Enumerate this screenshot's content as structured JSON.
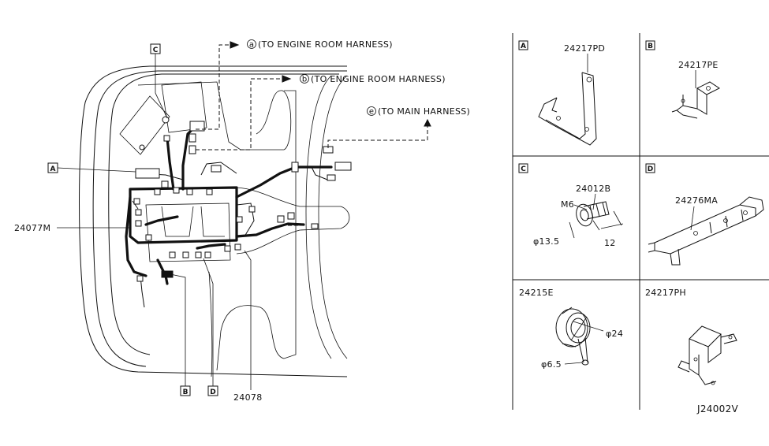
{
  "main_view": {
    "callouts": {
      "a": {
        "marker": "a",
        "text": "(TO ENGINE ROOM HARNESS)"
      },
      "b": {
        "marker": "b",
        "text": "(TO ENGINE ROOM HARNESS)"
      },
      "e": {
        "marker": "e",
        "text": "(TO MAIN HARNESS)"
      }
    },
    "ref_boxes": {
      "A": "A",
      "B": "B",
      "C": "C",
      "D": "D"
    },
    "part_numbers": {
      "harness": "24077M",
      "sub_harness": "24078"
    }
  },
  "detail_panels": [
    {
      "key": "A",
      "box": "A",
      "part": "24217PD"
    },
    {
      "key": "B",
      "box": "B",
      "part": "24217PE"
    },
    {
      "key": "C",
      "box": "C",
      "part": "24012B",
      "dims": {
        "thread": "M6",
        "diameter": "φ13.5",
        "length": "12"
      }
    },
    {
      "key": "D",
      "box": "D",
      "part": "24276MA"
    },
    {
      "key": "E",
      "part": "24215E",
      "dims": {
        "outer": "φ24",
        "inner": "φ6.5"
      }
    },
    {
      "key": "F",
      "part": "24217PH"
    }
  ],
  "footer": {
    "code": "J24002V"
  }
}
